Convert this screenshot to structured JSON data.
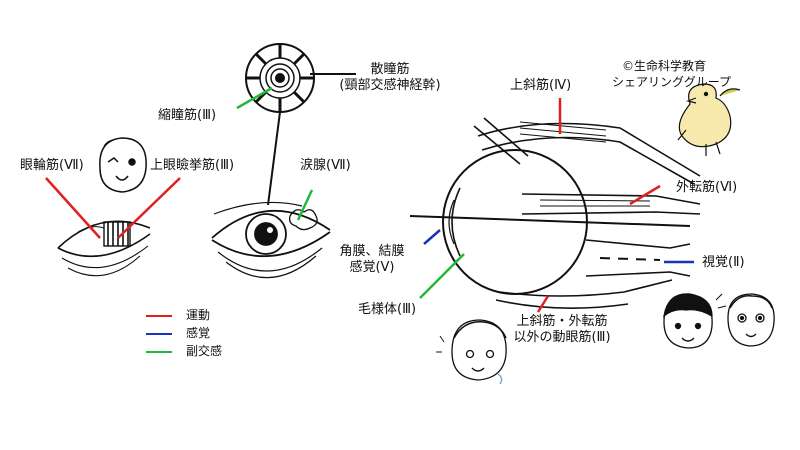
{
  "copyright": [
    "©生命科学教育",
    "シェアリンググループ"
  ],
  "labels": {
    "sanjo": [
      "散瞳筋",
      "(頸部交感神経幹)"
    ],
    "shukudo": "縮瞳筋(Ⅲ)",
    "ruisen": "涙腺(Ⅶ)",
    "gankin": "眼輪筋(Ⅶ)",
    "jogankeny": "上眼瞼挙筋(Ⅲ)",
    "joshakin": "上斜筋(Ⅳ)",
    "gaitenkin": "外転筋(Ⅵ)",
    "shikaku": "視覚(Ⅱ)",
    "kakumaku": [
      "角膜、結膜",
      "感覚(Ⅴ)"
    ],
    "moyotai": "毛様体(Ⅲ)",
    "dougan": [
      "上斜筋・外転筋",
      "以外の動眼筋(Ⅲ)"
    ]
  },
  "legend": [
    {
      "label": "運動",
      "color": "#e02020"
    },
    {
      "label": "感覚",
      "color": "#1a33b8"
    },
    {
      "label": "副交感",
      "color": "#22b83a"
    }
  ],
  "colors": {
    "motor": "#e02020",
    "sensory": "#1a33b8",
    "parasympathetic": "#22b83a",
    "line": "#111111"
  }
}
